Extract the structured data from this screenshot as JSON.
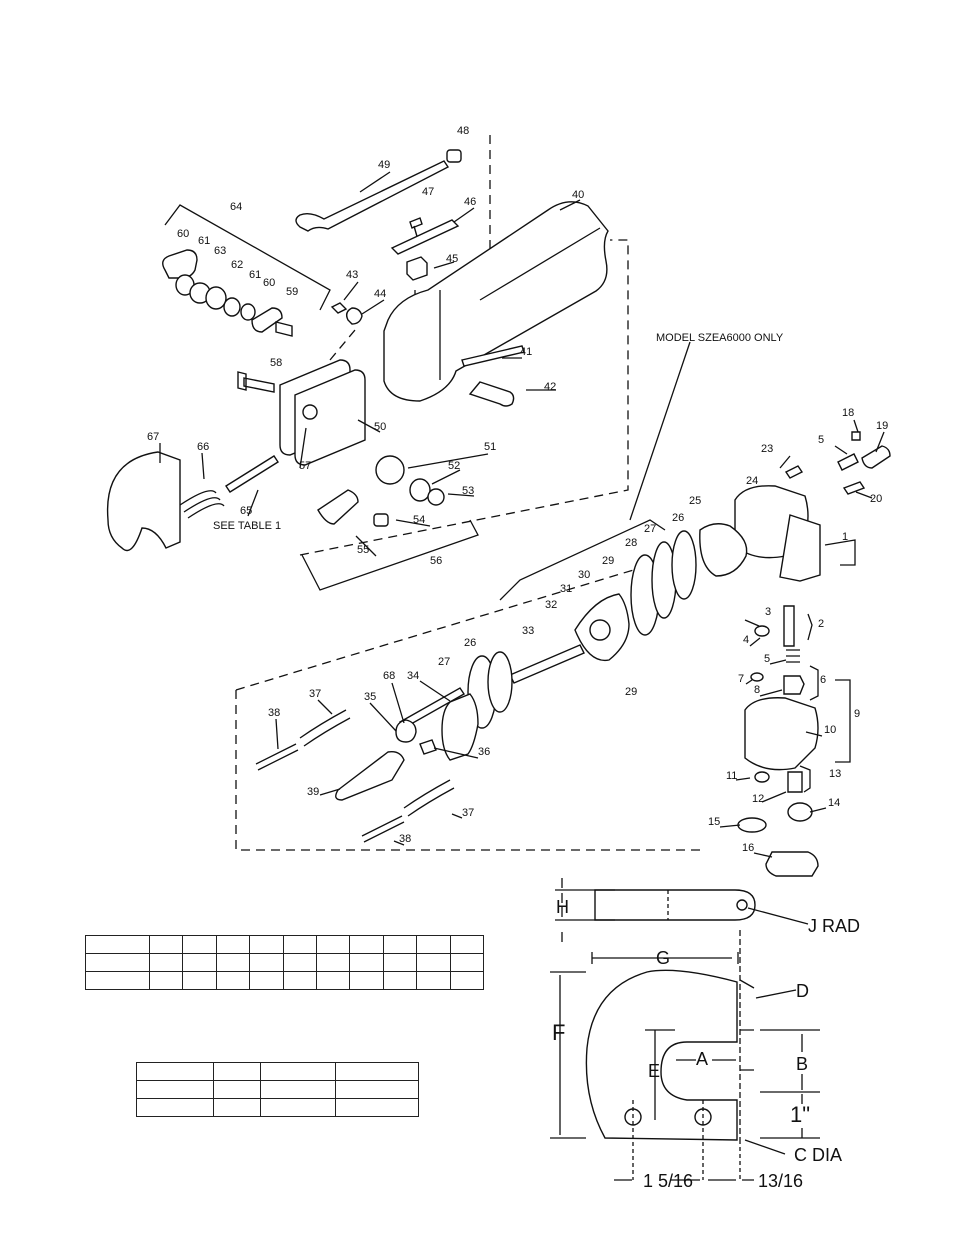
{
  "diagram": {
    "model_note": "MODEL SZEA6000 ONLY",
    "see_table_note": "SEE TABLE 1",
    "part_numbers": [
      "1",
      "2",
      "3",
      "4",
      "5",
      "5",
      "6",
      "7",
      "8",
      "9",
      "10",
      "11",
      "12",
      "13",
      "14",
      "15",
      "16",
      "18",
      "19",
      "20",
      "23",
      "24",
      "25",
      "26",
      "26",
      "27",
      "27",
      "28",
      "29",
      "29",
      "30",
      "31",
      "32",
      "33",
      "34",
      "35",
      "36",
      "37",
      "37",
      "38",
      "38",
      "39",
      "40",
      "41",
      "42",
      "43",
      "44",
      "45",
      "46",
      "47",
      "48",
      "49",
      "50",
      "51",
      "52",
      "53",
      "54",
      "55",
      "56",
      "57",
      "58",
      "59",
      "60",
      "60",
      "61",
      "61",
      "62",
      "63",
      "64",
      "65",
      "66",
      "67",
      "68"
    ]
  },
  "dimensions": {
    "labels": {
      "H": "H",
      "J": "J RAD",
      "G": "G",
      "D": "D",
      "F": "F",
      "E": "E",
      "A": "A",
      "B": "B",
      "one_inch": "1\"",
      "C": "C DIA",
      "left_offset": "1 5/16",
      "right_offset": "13/16"
    }
  },
  "tables": {
    "table1": {
      "rows": 3,
      "cols": 11
    },
    "table2": {
      "rows": 3,
      "cols": 4
    }
  }
}
